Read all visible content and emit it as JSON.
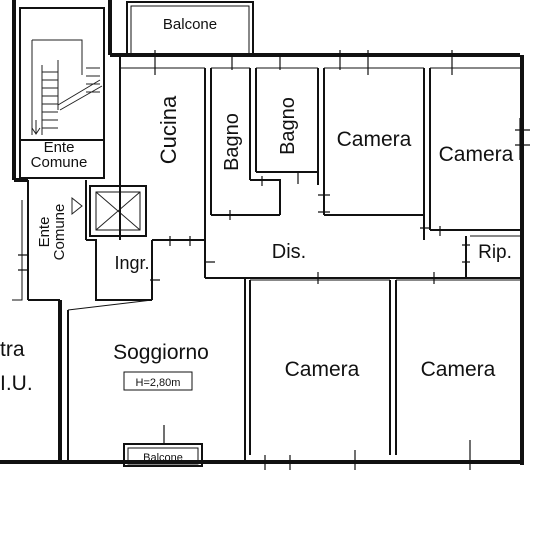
{
  "floorplan": {
    "rooms": {
      "balcone_top": "Balcone",
      "cucina": "Cucina",
      "bagno_1": "Bagno",
      "bagno_2": "Bagno",
      "camera_1": "Camera",
      "camera_2": "Camera",
      "ente_comune_1_line1": "Ente",
      "ente_comune_1_line2": "Comune",
      "ente_comune_2_line1": "Ente",
      "ente_comune_2_line2": "Comune",
      "ingresso": "Ingr.",
      "disimpegno": "Dis.",
      "ripostiglio": "Rip.",
      "altra_ui_line1": "tra",
      "altra_ui_line2": "I.U.",
      "soggiorno": "Soggiorno",
      "camera_3": "Camera",
      "camera_4": "Camera",
      "balcone_bottom": "Balcone"
    },
    "annotations": {
      "ceiling_height": "H=2,80m"
    }
  }
}
